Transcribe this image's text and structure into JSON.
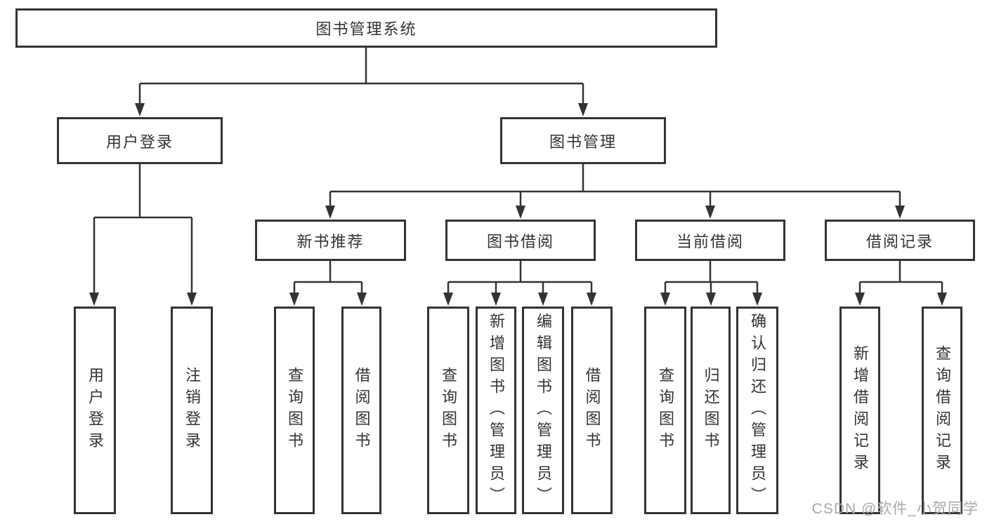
{
  "tree": {
    "label": "图书管理系统",
    "children": [
      {
        "label": "用户登录",
        "children": [
          {
            "label": "用户登录"
          },
          {
            "label": "注销登录"
          }
        ]
      },
      {
        "label": "图书管理",
        "children": [
          {
            "label": "新书推荐",
            "children": [
              {
                "label": "查询图书"
              },
              {
                "label": "借阅图书"
              }
            ]
          },
          {
            "label": "图书借阅",
            "children": [
              {
                "label": "查询图书"
              },
              {
                "label": "新增图书（管理员）"
              },
              {
                "label": "编辑图书（管理员）"
              },
              {
                "label": "借阅图书"
              }
            ]
          },
          {
            "label": "当前借阅",
            "children": [
              {
                "label": "查询图书"
              },
              {
                "label": "归还图书"
              },
              {
                "label": "确认归还（管理员）"
              }
            ]
          },
          {
            "label": "借阅记录",
            "children": [
              {
                "label": "新增借阅记录"
              },
              {
                "label": "查询借阅记录"
              }
            ]
          }
        ]
      }
    ]
  },
  "watermark": {
    "text": "CSDN @软件_小贺同学"
  },
  "colors": {
    "line": "#333333",
    "box_border": "#333333",
    "text": "#333333",
    "watermark": "#a8a8a8",
    "background": "#ffffff"
  }
}
